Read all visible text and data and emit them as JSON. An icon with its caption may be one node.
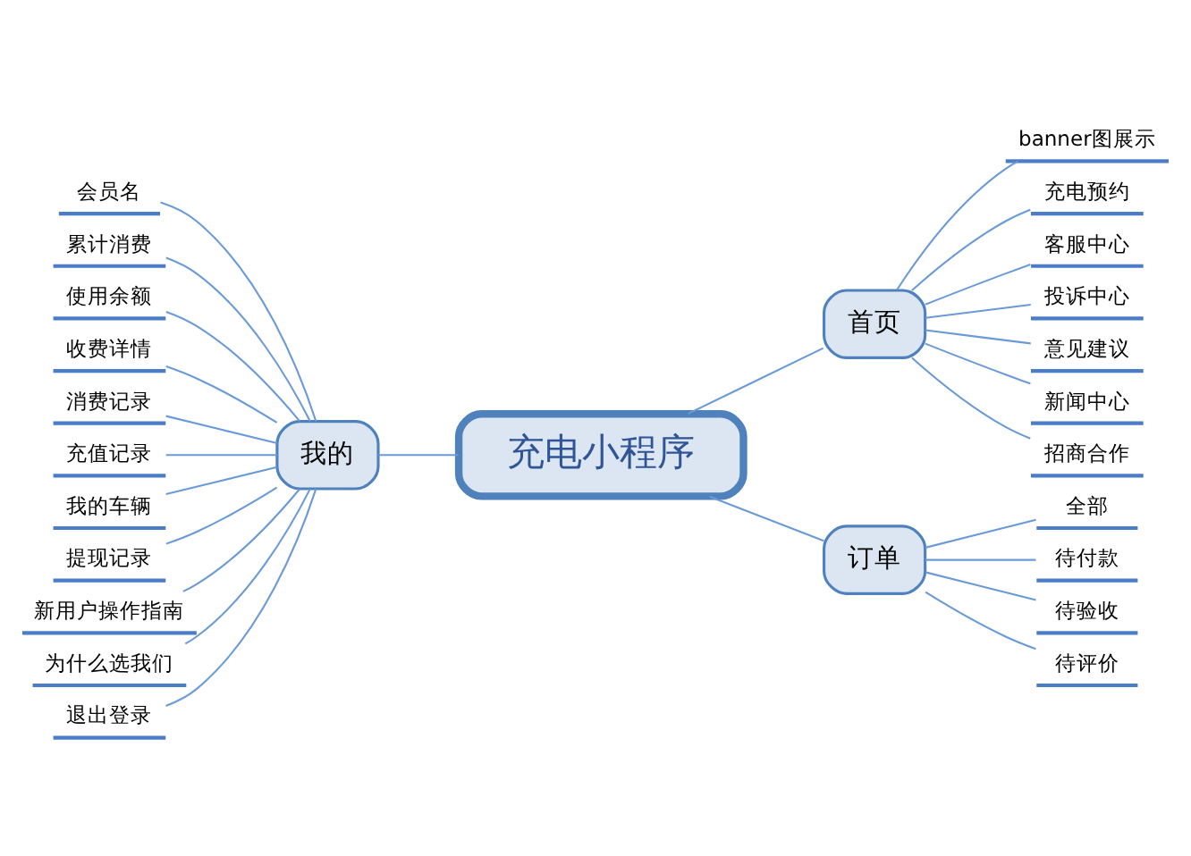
{
  "diagram": {
    "nodes": [
      {
        "text": [
          "充电小程序"
        ]
      },
      {
        "text": [
          "首页"
        ]
      },
      {
        "text": [
          "订单"
        ]
      },
      {
        "text": [
          "我的"
        ]
      },
      {
        "text": [
          "banner图展示"
        ]
      },
      {
        "text": [
          "充电预约"
        ]
      },
      {
        "text": [
          "客服中心"
        ]
      },
      {
        "text": [
          "投诉中心"
        ]
      },
      {
        "text": [
          "意见建议"
        ]
      },
      {
        "text": [
          "新闻中心"
        ]
      },
      {
        "text": [
          "招商合作"
        ]
      },
      {
        "text": [
          "全部"
        ]
      },
      {
        "text": [
          "待付款"
        ]
      },
      {
        "text": [
          "待验收"
        ]
      },
      {
        "text": [
          "待评价"
        ]
      },
      {
        "text": [
          "会员名"
        ]
      },
      {
        "text": [
          "累计消费"
        ]
      },
      {
        "text": [
          "使用余额"
        ]
      },
      {
        "text": [
          "收费详情"
        ]
      },
      {
        "text": [
          "消费记录"
        ]
      },
      {
        "text": [
          "充值记录"
        ]
      },
      {
        "text": [
          "我的车辆"
        ]
      },
      {
        "text": [
          "提现记录"
        ]
      },
      {
        "text": [
          "新用户操作指南"
        ]
      },
      {
        "text": [
          "为什么选我们"
        ]
      },
      {
        "text": [
          "退出登录"
        ]
      }
    ],
    "edges": [
      {
        "from": 0,
        "to": 1,
        "arrow": "none"
      },
      {
        "from": 0,
        "to": 2,
        "arrow": "none"
      },
      {
        "from": 0,
        "to": 3,
        "arrow": "none"
      },
      {
        "from": 1,
        "to": 4,
        "arrow": "none"
      },
      {
        "from": 1,
        "to": 5,
        "arrow": "none"
      },
      {
        "from": 1,
        "to": 6,
        "arrow": "none"
      },
      {
        "from": 1,
        "to": 7,
        "arrow": "none"
      },
      {
        "from": 1,
        "to": 8,
        "arrow": "none"
      },
      {
        "from": 1,
        "to": 9,
        "arrow": "none"
      },
      {
        "from": 1,
        "to": 10,
        "arrow": "none"
      },
      {
        "from": 2,
        "to": 11,
        "arrow": "none"
      },
      {
        "from": 2,
        "to": 12,
        "arrow": "none"
      },
      {
        "from": 2,
        "to": 13,
        "arrow": "none"
      },
      {
        "from": 2,
        "to": 14,
        "arrow": "none"
      },
      {
        "from": 3,
        "to": 15,
        "arrow": "none"
      },
      {
        "from": 3,
        "to": 16,
        "arrow": "none"
      },
      {
        "from": 3,
        "to": 17,
        "arrow": "none"
      },
      {
        "from": 3,
        "to": 18,
        "arrow": "none"
      },
      {
        "from": 3,
        "to": 19,
        "arrow": "none"
      },
      {
        "from": 3,
        "to": 20,
        "arrow": "none"
      },
      {
        "from": 3,
        "to": 21,
        "arrow": "none"
      },
      {
        "from": 3,
        "to": 22,
        "arrow": "none"
      },
      {
        "from": 3,
        "to": 23,
        "arrow": "none"
      },
      {
        "from": 3,
        "to": 24,
        "arrow": "none"
      },
      {
        "from": 3,
        "to": 25,
        "arrow": "none"
      }
    ]
  }
}
